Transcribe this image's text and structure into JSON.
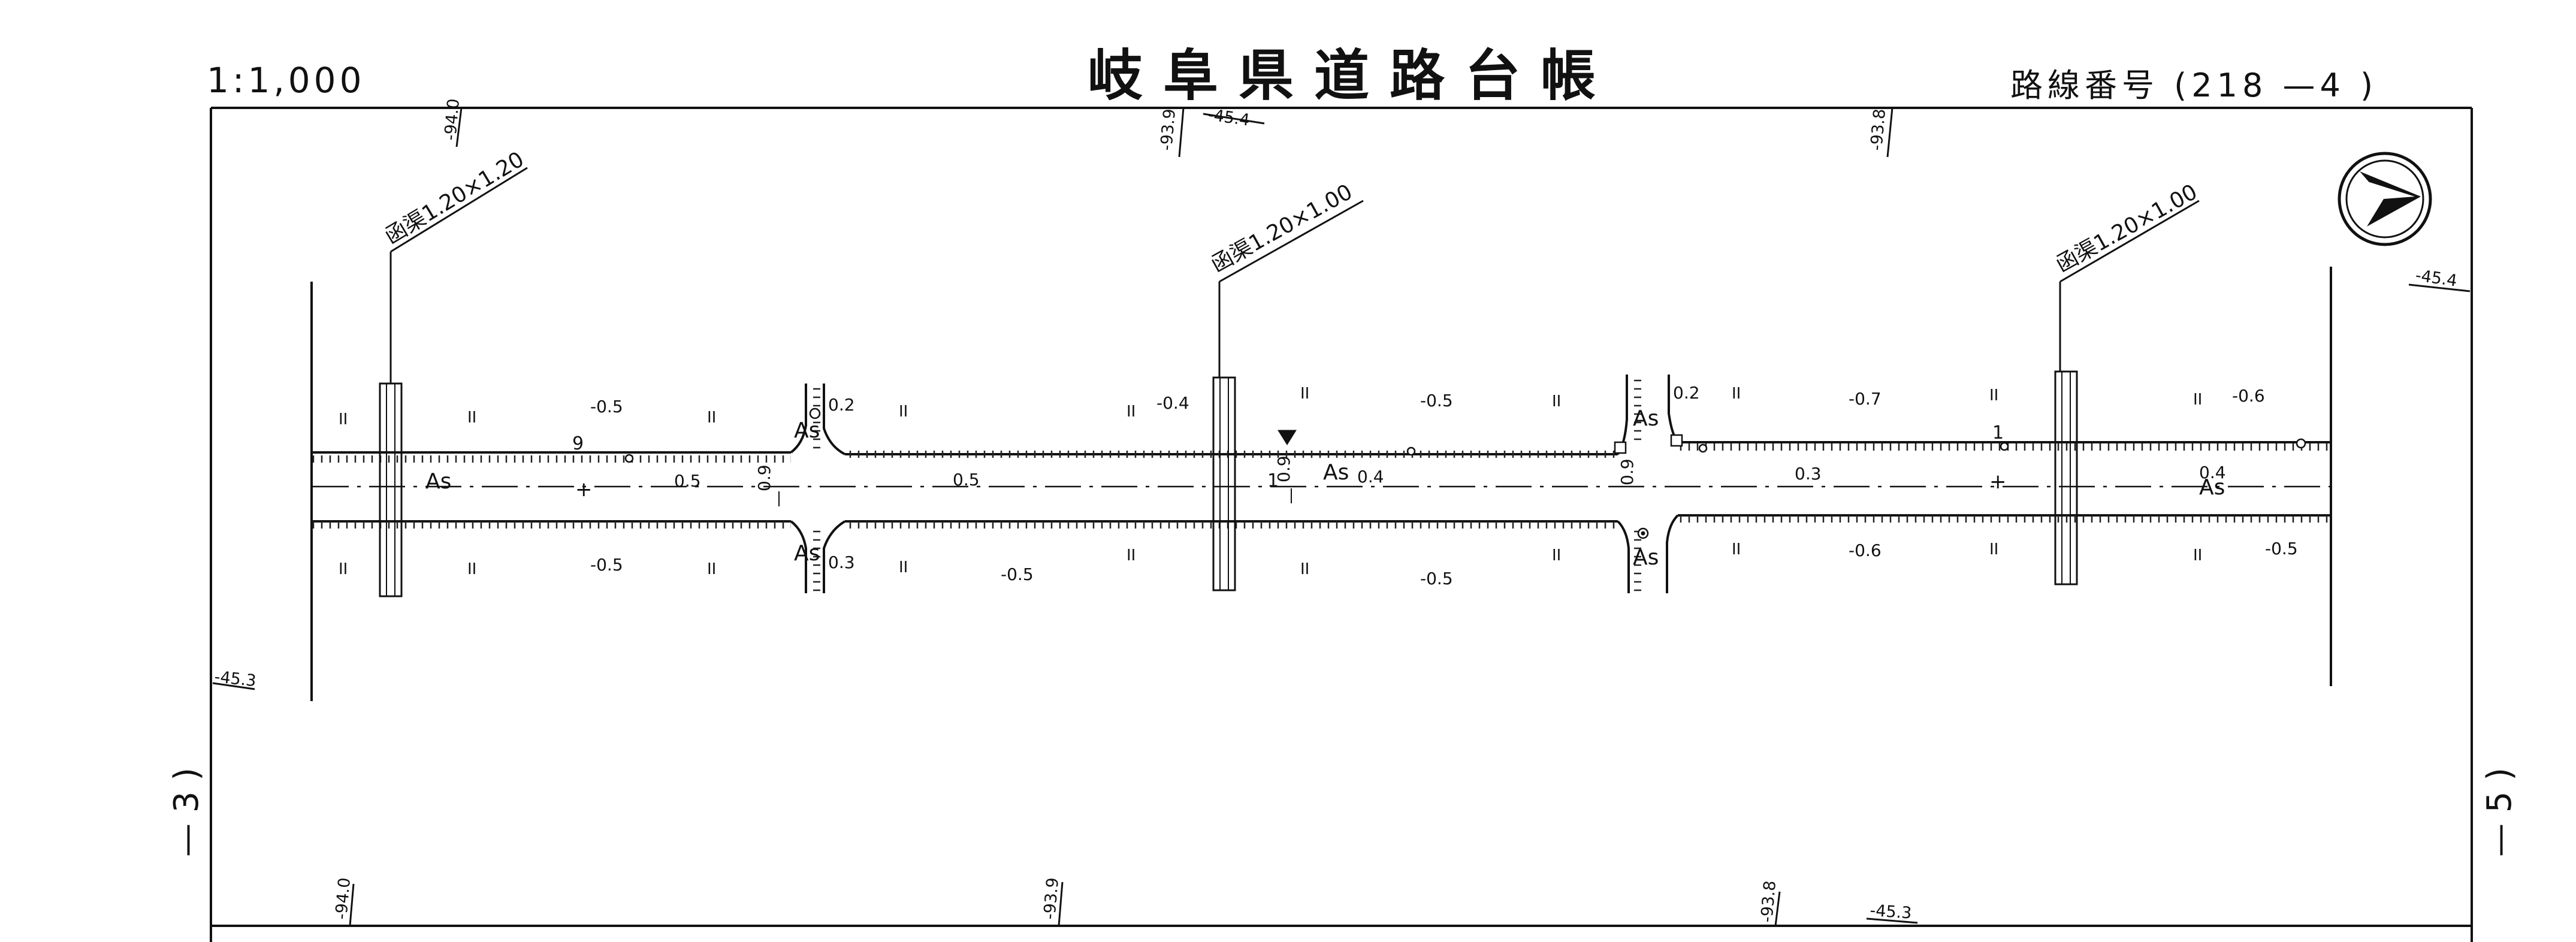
{
  "header": {
    "scale": "1:1,000",
    "title": "岐阜県道路台帳",
    "route_label": "路線番号",
    "route_number": "(218 —4 )"
  },
  "margin_marks": {
    "left": "— 3 )",
    "right": "— 5 )"
  },
  "north_arrow": {
    "icon": "north-arrow-icon"
  },
  "culverts": [
    {
      "label": "函渠1.20×1.20"
    },
    {
      "label": "函渠1.20×1.00"
    },
    {
      "label": "函渠1.20×1.00"
    }
  ],
  "pavement": "As",
  "elevations": {
    "top_1": "-94.0",
    "top_2": "-93.9",
    "top_3": "-45.4",
    "top_4": "-93.8",
    "right": "-45.4",
    "left": "-45.3",
    "bottom_1": "-94.0",
    "bottom_2": "-93.9",
    "bottom_3": "-93.8",
    "bottom_4": "-45.3"
  },
  "widths": {
    "c1": "0.5",
    "c2": "0.5",
    "c3": "0.4",
    "c4": "0.3",
    "c5": "0.4",
    "s1": "0.2",
    "s2": "0.3",
    "s3": "0.2",
    "v1": "0.9",
    "v2": "0.9",
    "v3": "0.9",
    "r1": "9",
    "r2": "1",
    "r3": "1"
  },
  "spot_heights": {
    "n1": "-0.5",
    "n2": "-0.4",
    "n3": "-0.5",
    "n4": "-0.7",
    "n5": "-0.6",
    "s1": "-0.5",
    "s2": "-0.5",
    "s3": "-0.5",
    "s4": "-0.6",
    "s5": "-0.5"
  },
  "grass_mark": "II"
}
